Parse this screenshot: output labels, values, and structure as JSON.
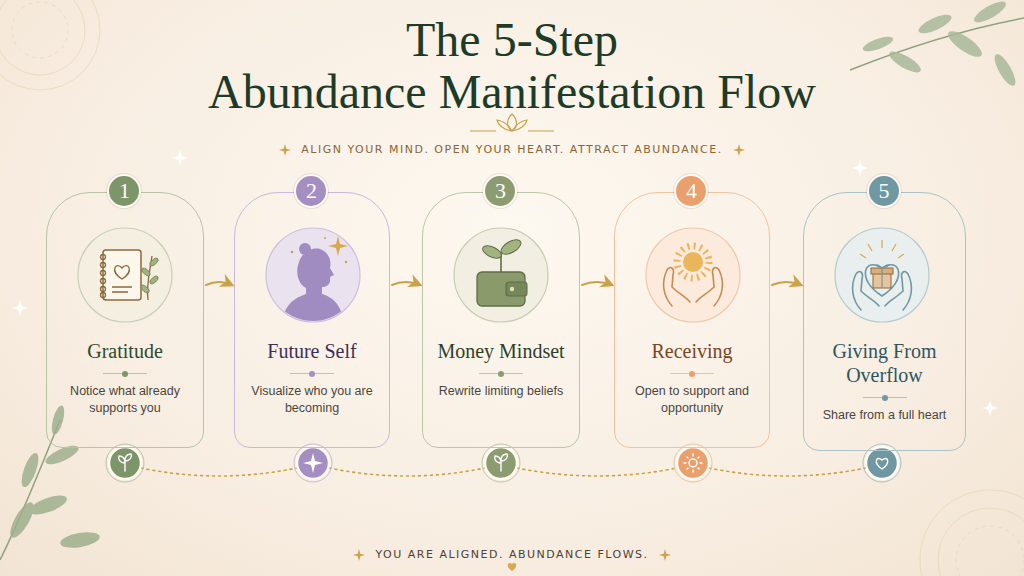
{
  "diagram": {
    "title": "The 5-Step Abundance Manifestation Flow",
    "caption": "YOU ARE ALIGNED. ABUNDANCE FLOWS.",
    "nodes": [
      {
        "text": [
          "Gratitude",
          "Notice what already supports you"
        ]
      },
      {
        "text": [
          "1"
        ],
        "in": 0
      },
      {
        "text": [
          "Future Self",
          "Visualize who you are becoming"
        ]
      },
      {
        "text": [
          "2"
        ],
        "in": 2
      },
      {
        "text": [
          "Money Mindset",
          "Rewrite limiting beliefs"
        ]
      },
      {
        "text": [
          "3"
        ],
        "in": 4
      },
      {
        "text": [
          "Receiving",
          "Open to support and opportunity"
        ]
      },
      {
        "text": [
          "4"
        ],
        "in": 6
      },
      {
        "text": [
          "Giving From Overflow",
          "Share from a full heart"
        ]
      },
      {
        "text": [
          "5"
        ],
        "in": 8
      }
    ],
    "edges": [
      {
        "from": 0,
        "to": 2,
        "arrow": "to"
      },
      {
        "from": 2,
        "to": 4,
        "arrow": "to"
      },
      {
        "from": 4,
        "to": 6,
        "arrow": "to"
      },
      {
        "from": 6,
        "to": 8,
        "arrow": "to"
      }
    ],
    "labels": [
      "ALIGN YOUR MIND. OPEN YOUR HEART. ATTRACT ABUNDANCE."
    ]
  }
}
